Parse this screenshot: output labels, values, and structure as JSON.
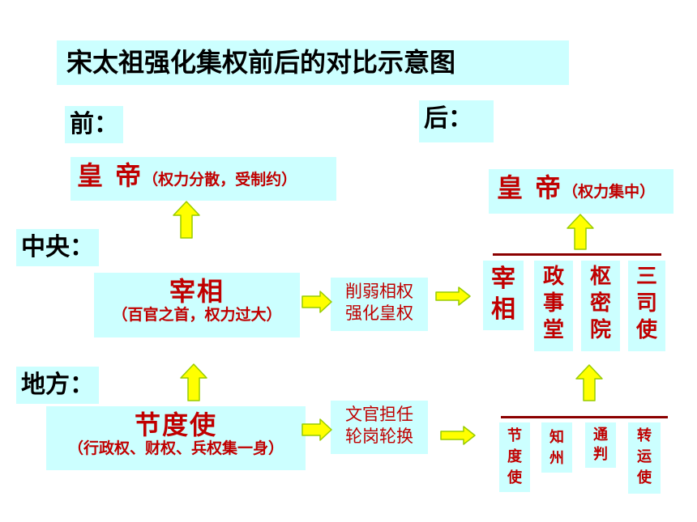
{
  "title": "宋太祖强化集权前后的对比示意图",
  "labels": {
    "before": "前：",
    "after": "后：",
    "central": "中央：",
    "local": "地方："
  },
  "before": {
    "emperor": {
      "name": "皇 帝",
      "note": "（权力分散，受制约）"
    },
    "chancellor": {
      "name": "宰相",
      "note": "（百官之首，权力过大）"
    },
    "jiedushi": {
      "name": "节度使",
      "note": "（行政权、财权、兵权集一身）"
    }
  },
  "measures": {
    "central": [
      "削弱相权",
      "强化皇权"
    ],
    "local": [
      "文官担任",
      "轮岗轮换"
    ]
  },
  "after": {
    "emperor": {
      "name": "皇 帝",
      "note": "（权力集中）"
    },
    "central_offices": [
      {
        "chars": [
          "宰",
          "相"
        ]
      },
      {
        "chars": [
          "政",
          "事",
          "堂"
        ]
      },
      {
        "chars": [
          "枢",
          "密",
          "院"
        ]
      },
      {
        "chars": [
          "三",
          "司",
          "使"
        ]
      }
    ],
    "local_offices": [
      {
        "chars": [
          "节",
          "度",
          "使"
        ]
      },
      {
        "chars": [
          "知",
          "州"
        ]
      },
      {
        "chars": [
          "通",
          "判"
        ]
      },
      {
        "chars": [
          "转",
          "运",
          "使"
        ]
      }
    ]
  },
  "colors": {
    "box_fill": "#ccffff",
    "emphasis_text": "#c00000",
    "arrow_fill": "#ffff00",
    "arrow_stroke": "#99cc00",
    "line": "#8b0000"
  }
}
